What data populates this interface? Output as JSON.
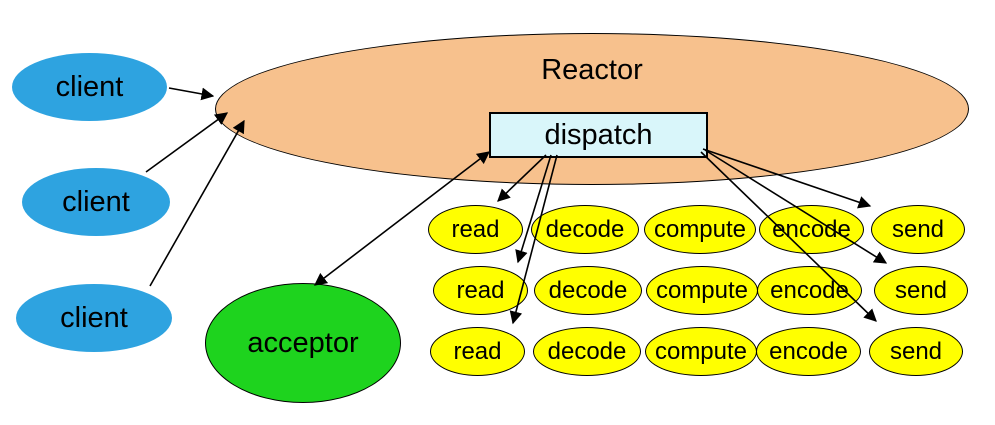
{
  "clients": [
    {
      "label": "client"
    },
    {
      "label": "client"
    },
    {
      "label": "client"
    }
  ],
  "reactor": {
    "label": "Reactor"
  },
  "dispatch": {
    "label": "dispatch"
  },
  "acceptor": {
    "label": "acceptor"
  },
  "stages": {
    "rows": [
      {
        "cells": [
          {
            "label": "read"
          },
          {
            "label": "decode"
          },
          {
            "label": "compute"
          },
          {
            "label": "encode"
          },
          {
            "label": "send"
          }
        ]
      },
      {
        "cells": [
          {
            "label": "read"
          },
          {
            "label": "decode"
          },
          {
            "label": "compute"
          },
          {
            "label": "encode"
          },
          {
            "label": "send"
          }
        ]
      },
      {
        "cells": [
          {
            "label": "read"
          },
          {
            "label": "decode"
          },
          {
            "label": "compute"
          },
          {
            "label": "encode"
          },
          {
            "label": "send"
          }
        ]
      }
    ]
  },
  "colors": {
    "background": "#ffffff",
    "client_fill": "#2ea3e0",
    "reactor_fill": "#f7c18d",
    "dispatch_fill": "#d9f6fa",
    "acceptor_fill": "#1ed31e",
    "stage_fill": "#ffff00",
    "outline": "#000000"
  }
}
